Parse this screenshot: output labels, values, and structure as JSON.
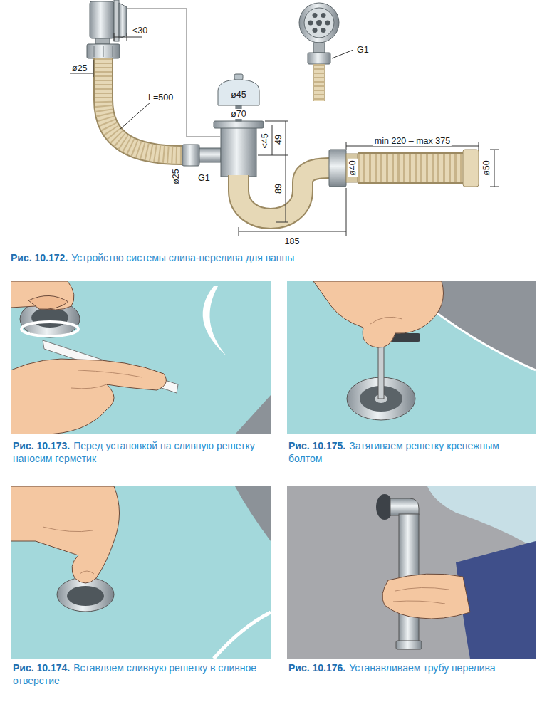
{
  "diagram": {
    "labels": [
      "<30",
      "ø25",
      "L=500",
      "ø45",
      "ø70",
      "G1",
      "<45",
      "49",
      "ø25",
      "G1",
      "89",
      "min 220 – max 375",
      "ø40",
      "ø50",
      "185",
      "Рис. 10.172.",
      "Устройство системы слива-перелива для ванны",
      "Рис. 10.173.",
      "Перед установкой на сливную решетку наносим герметик",
      "Рис. 10.175.",
      "Затягиваем решетку крепежным болтом",
      "Рис. 10.174.",
      "Вставляем сливную решетку в сливное отверстие",
      "Рис. 10.176.",
      "Устанавливаем трубу перелива"
    ]
  }
}
